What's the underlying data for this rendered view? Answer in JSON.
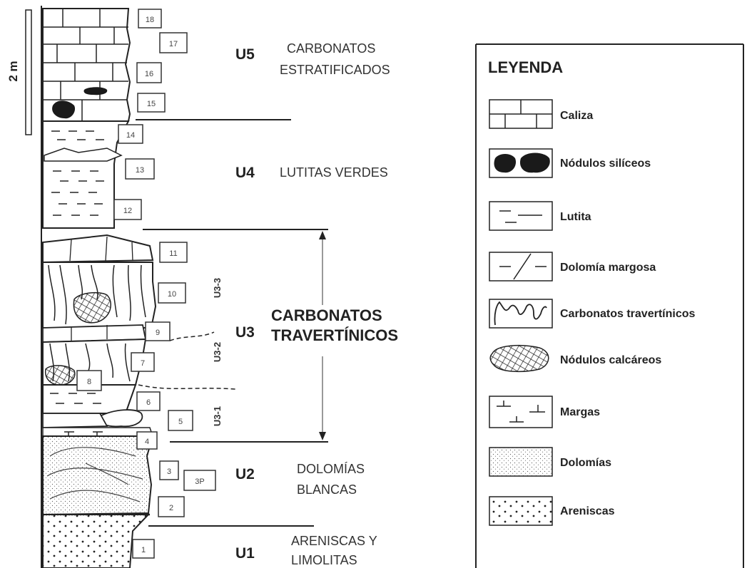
{
  "scale": {
    "label": "2 m"
  },
  "samples": [
    "1",
    "2",
    "3",
    "3P",
    "4",
    "5",
    "6",
    "7",
    "8",
    "9",
    "10",
    "11",
    "12",
    "13",
    "14",
    "15",
    "16",
    "17",
    "18"
  ],
  "units": [
    {
      "code": "U5",
      "name_lines": [
        "CARBONATOS",
        "ESTRATIFICADOS"
      ]
    },
    {
      "code": "U4",
      "name_lines": [
        "LUTITAS VERDES"
      ]
    },
    {
      "code": "U3",
      "name_lines": [
        "CARBONATOS",
        "TRAVERTÍNICOS"
      ],
      "subunits": [
        "U3-3",
        "U3-2",
        "U3-1"
      ]
    },
    {
      "code": "U2",
      "name_lines": [
        "DOLOMÍAS",
        "BLANCAS"
      ]
    },
    {
      "code": "U1",
      "name_lines": [
        "ARENISCAS Y",
        "LIMOLITAS"
      ]
    }
  ],
  "legend": {
    "title": "LEYENDA",
    "items": [
      {
        "label": "Caliza",
        "pattern": "caliza"
      },
      {
        "label": "Nódulos silíceos",
        "pattern": "nodulos-siliceos"
      },
      {
        "label": "Lutita",
        "pattern": "lutita"
      },
      {
        "label": "Dolomía margosa",
        "pattern": "dolomia-margosa"
      },
      {
        "label": "Carbonatos travertínicos",
        "pattern": "travertinicos"
      },
      {
        "label": "Nódulos calcáreos",
        "pattern": "nodulos-calcareos"
      },
      {
        "label": "Margas",
        "pattern": "margas"
      },
      {
        "label": "Dolomías",
        "pattern": "dolomias"
      },
      {
        "label": "Areniscas",
        "pattern": "areniscas"
      }
    ]
  },
  "colors": {
    "ink": "#222222",
    "fill_dark": "#1a1a1a",
    "paper": "#ffffff"
  }
}
